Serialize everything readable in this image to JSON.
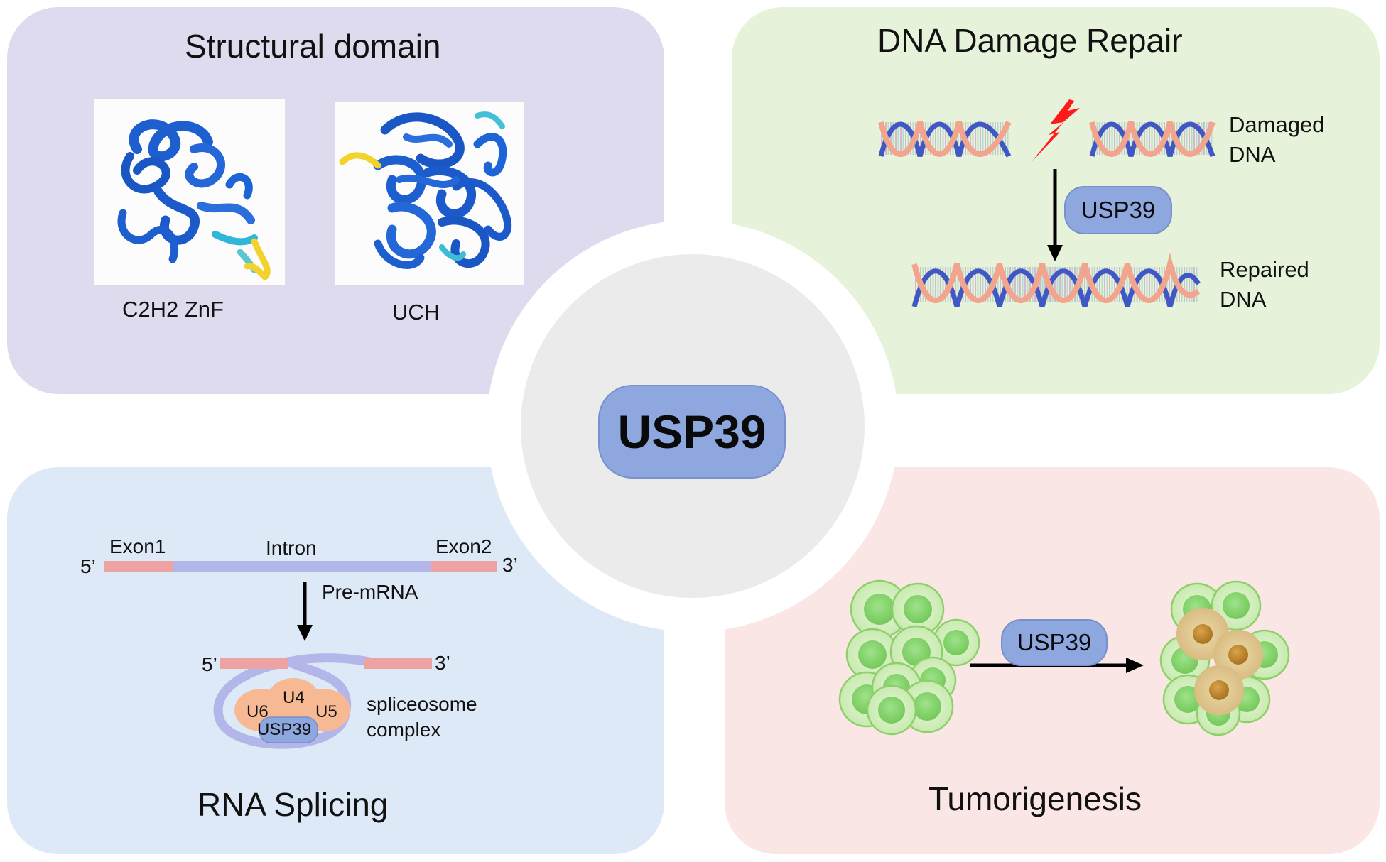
{
  "center": {
    "label": "USP39"
  },
  "structural_domain": {
    "title": "Structural domain",
    "domains": [
      {
        "label": "C2H2 ZnF"
      },
      {
        "label": "UCH"
      }
    ]
  },
  "dna_repair": {
    "title": "DNA Damage Repair",
    "damaged_line1": "Damaged",
    "damaged_line2": "DNA",
    "enzyme": "USP39",
    "repaired_line1": "Repaired",
    "repaired_line2": "DNA"
  },
  "rna_splicing": {
    "title": "RNA Splicing",
    "five_prime": "5’",
    "three_prime": "3’",
    "exon1": "Exon1",
    "intron": "Intron",
    "exon2": "Exon2",
    "premrna": "Pre-mRNA",
    "five_prime_2": "5’",
    "three_prime_2": "3’",
    "u4": "U4",
    "u5": "U5",
    "u6": "U6",
    "usp39": "USP39",
    "spliceosome_line1": "spliceosome",
    "spliceosome_line2": "complex"
  },
  "tumorigenesis": {
    "title": "Tumorigenesis",
    "enzyme": "USP39"
  },
  "colors": {
    "structure_bg": "#dedbee",
    "dna_bg": "#e6f2d9",
    "rna_bg": "#dde9f7",
    "tumor_bg": "#f9e6e5",
    "usp39_pill": "#8ea7df",
    "exon": "#eea3a3",
    "intron": "#b3b6e8",
    "snrnp": "#f6b993",
    "damage_bolt": "#ff1a1a"
  }
}
